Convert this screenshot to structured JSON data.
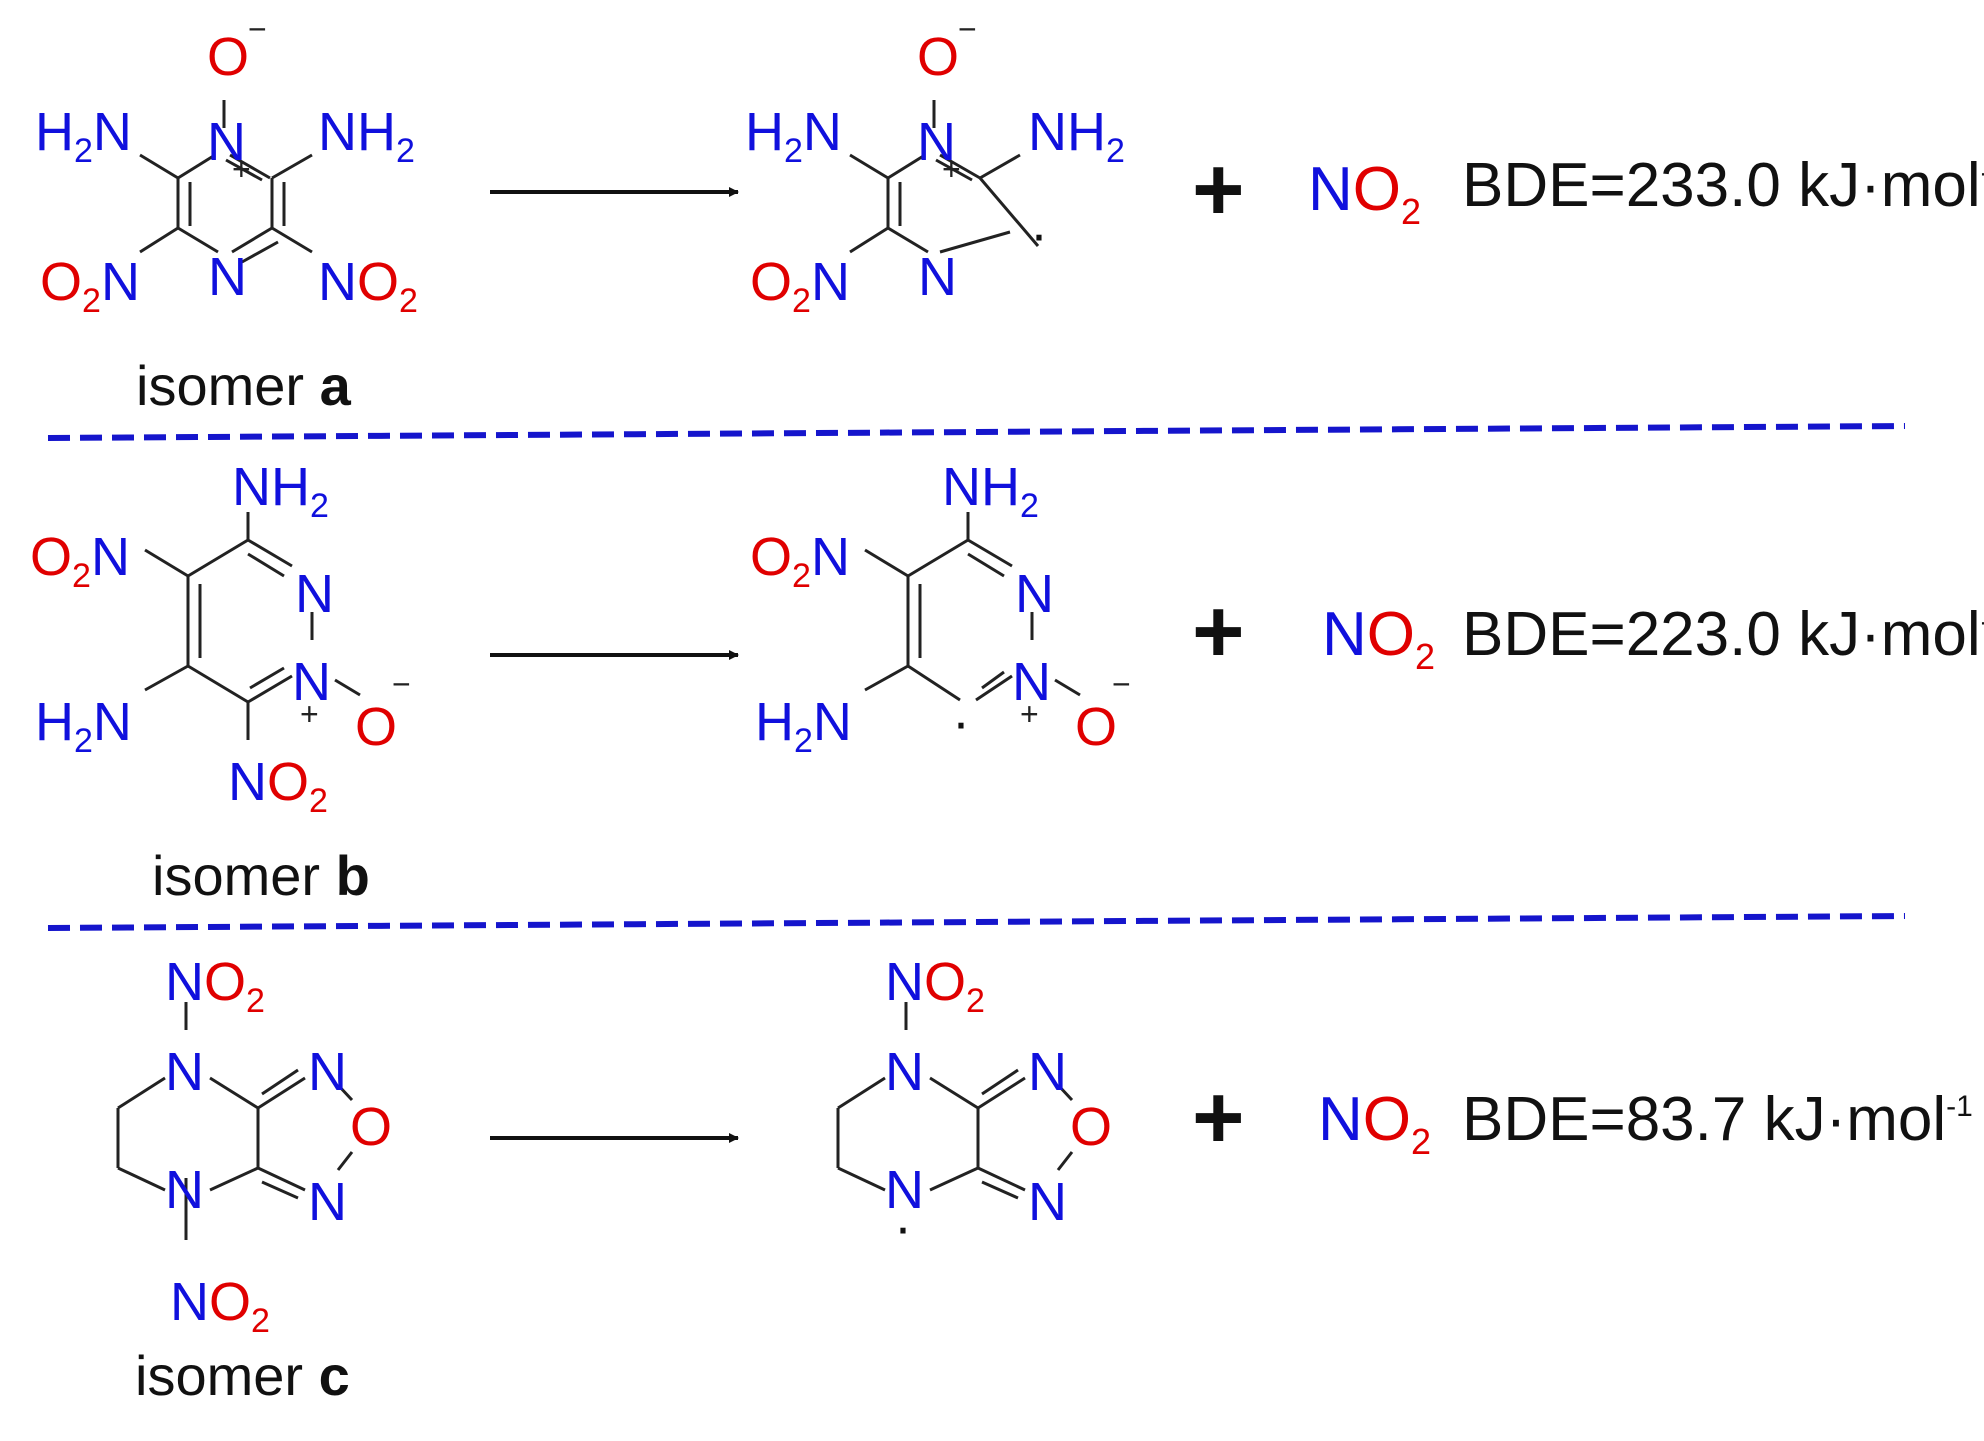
{
  "colors": {
    "nitrogen": "#1010dd",
    "oxygen": "#e00000",
    "bond": "#222222",
    "text": "#111111",
    "separator": "#1515cc"
  },
  "atoms": {
    "N": "N",
    "O": "O",
    "H": "H",
    "sub2": "2",
    "plus_charge": "+",
    "minus_charge": "−",
    "radical": "·"
  },
  "isomer_word": "isomer",
  "plus_sign": "+",
  "product_label": {
    "N": "N",
    "O": "O",
    "sub": "2"
  },
  "bde_prefix": "BDE=",
  "unit": "kJ·mol",
  "unit_exponent": "-1",
  "reactions": [
    {
      "isomer_letter": "a",
      "bde_value": "233.0"
    },
    {
      "isomer_letter": "b",
      "bde_value": "223.0"
    },
    {
      "isomer_letter": "c",
      "bde_value": "83.7"
    }
  ]
}
